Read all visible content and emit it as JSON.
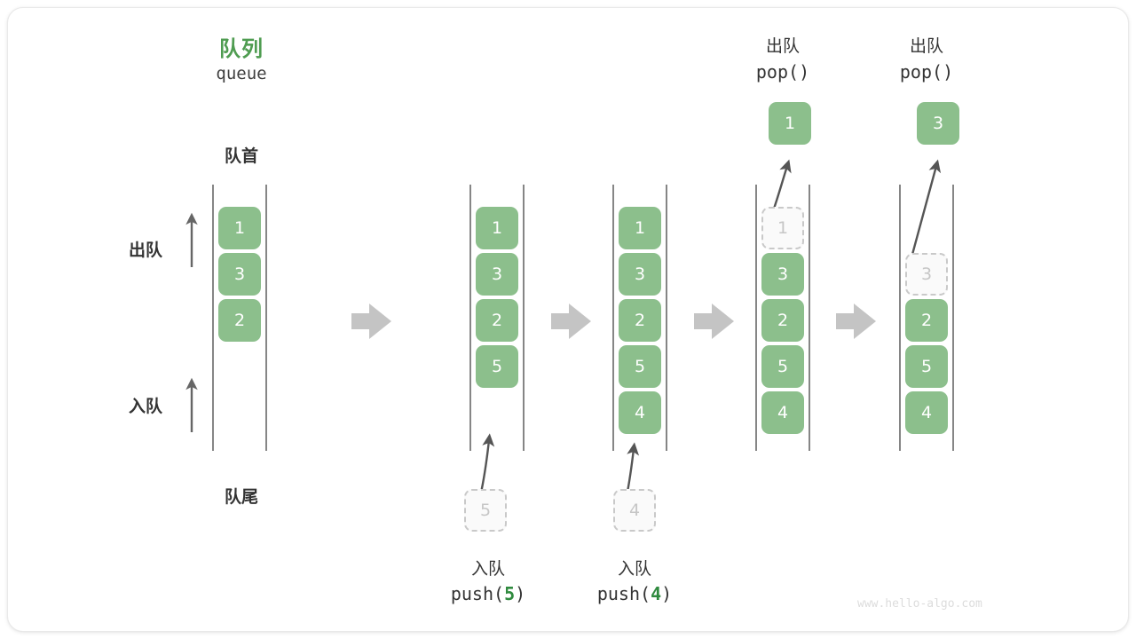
{
  "diagram": {
    "title_cn": "队列",
    "title_en": "queue",
    "front_label": "队首",
    "rear_label": "队尾",
    "dequeue_label": "出队",
    "enqueue_label": "入队",
    "watermark": "www.hello-algo.com",
    "colors": {
      "element_fill": "#8cbf8c",
      "element_text": "#ffffff",
      "ghost_fill": "#fafafa",
      "ghost_border": "#c9c9c9",
      "ghost_text": "#c6c6c6",
      "title_green": "#4f9c51",
      "arg_green": "#2f8a3e",
      "rail": "#444444",
      "flow_arrow": "#c4c4c4",
      "motion_arrow": "#555555",
      "text": "#333333"
    }
  },
  "stages": [
    {
      "id": "stage-initial",
      "elements": [
        "1",
        "3",
        "2"
      ],
      "ghost_in_rail": null,
      "ghost_below": null,
      "popped": null,
      "op_cn": null,
      "op_code": null,
      "op_arg": null
    },
    {
      "id": "stage-push-5",
      "elements": [
        "1",
        "3",
        "2",
        "5"
      ],
      "ghost_in_rail": null,
      "ghost_below": "5",
      "popped": null,
      "op_cn": "入队",
      "op_code_prefix": "push(",
      "op_arg": "5",
      "op_code_suffix": ")"
    },
    {
      "id": "stage-push-4",
      "elements": [
        "1",
        "3",
        "2",
        "5",
        "4"
      ],
      "ghost_in_rail": null,
      "ghost_below": "4",
      "popped": null,
      "op_cn": "入队",
      "op_code_prefix": "push(",
      "op_arg": "4",
      "op_code_suffix": ")"
    },
    {
      "id": "stage-pop-1",
      "elements": [
        "3",
        "2",
        "5",
        "4"
      ],
      "ghost_in_rail": "1",
      "ghost_below": null,
      "popped": "1",
      "op_cn": "出队",
      "op_code_prefix": "pop(",
      "op_arg": "",
      "op_code_suffix": ")"
    },
    {
      "id": "stage-pop-3",
      "elements": [
        "2",
        "5",
        "4"
      ],
      "ghost_in_rail": "3",
      "ghost_below": null,
      "popped": "3",
      "op_cn": "出队",
      "op_code_prefix": "pop(",
      "op_arg": "",
      "op_code_suffix": ")"
    }
  ],
  "flow_arrows": [
    {
      "id": "flow-1"
    },
    {
      "id": "flow-2"
    },
    {
      "id": "flow-3"
    },
    {
      "id": "flow-4"
    }
  ]
}
